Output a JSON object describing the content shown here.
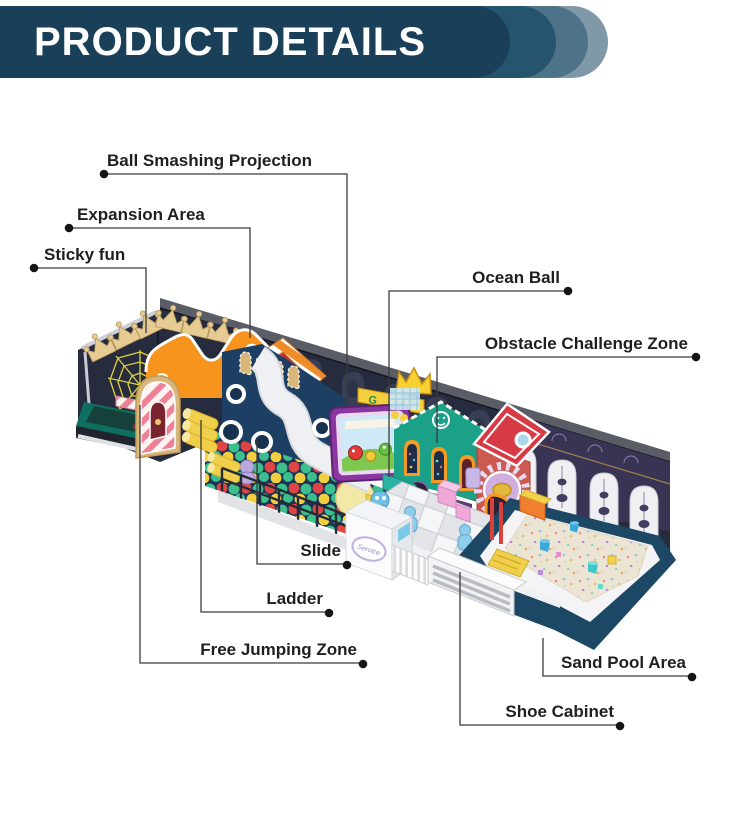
{
  "header": {
    "title": "PRODUCT DETAILS",
    "banner_colors": [
      "#1a4059",
      "#26536e",
      "#4e7389",
      "#8099a9"
    ]
  },
  "callouts": [
    {
      "id": "ball-smashing-projection",
      "text": "Ball Smashing Projection"
    },
    {
      "id": "expansion-area",
      "text": "Expansion Area"
    },
    {
      "id": "sticky-fun",
      "text": "Sticky fun"
    },
    {
      "id": "ocean-ball",
      "text": "Ocean Ball"
    },
    {
      "id": "obstacle-challenge-zone",
      "text": "Obstacle Challenge Zone"
    },
    {
      "id": "slide",
      "text": "Slide"
    },
    {
      "id": "ladder",
      "text": "Ladder"
    },
    {
      "id": "free-jumping-zone",
      "text": "Free Jumping Zone"
    },
    {
      "id": "sand-pool-area",
      "text": "Sand Pool Area"
    },
    {
      "id": "shoe-cabinet",
      "text": "Shoe Cabinet"
    }
  ],
  "illustration": {
    "description": "Isometric render of an indoor soft-play playground",
    "service_desk_label": "Service",
    "sign_letter": "G",
    "palette": {
      "leader_line": "#3b3b3b",
      "label_text": "#1f1f1f",
      "dark_wall": "#262b3d",
      "wall_top_strip": "#5a5c66",
      "crown_gold": "#e6cb93",
      "web_yellow": "#ded23e",
      "orange_slide": "#f6941d",
      "candy_stripe": "#ee8098",
      "trampoline_teal": "#0e6e5f",
      "slide_navy": "#1d3f63",
      "roller_yellow": "#f0cf4a",
      "clock_house_red": "#c8403c",
      "ball_red": "#e04545",
      "ball_green": "#3cbf8e",
      "ball_yellow": "#f2cf3e",
      "screen_purple": "#8a35a0",
      "screen_sky": "#cfeaf6",
      "teal_house": "#1ba188",
      "tower_red": "#cd5a50",
      "backdrop_purple": "#3a3454",
      "sand_beige": "#ece5d4",
      "platform_navy": "#1c4866",
      "mat_gray": "#e8eaec",
      "kid_blue": "#8ecdeb"
    }
  }
}
